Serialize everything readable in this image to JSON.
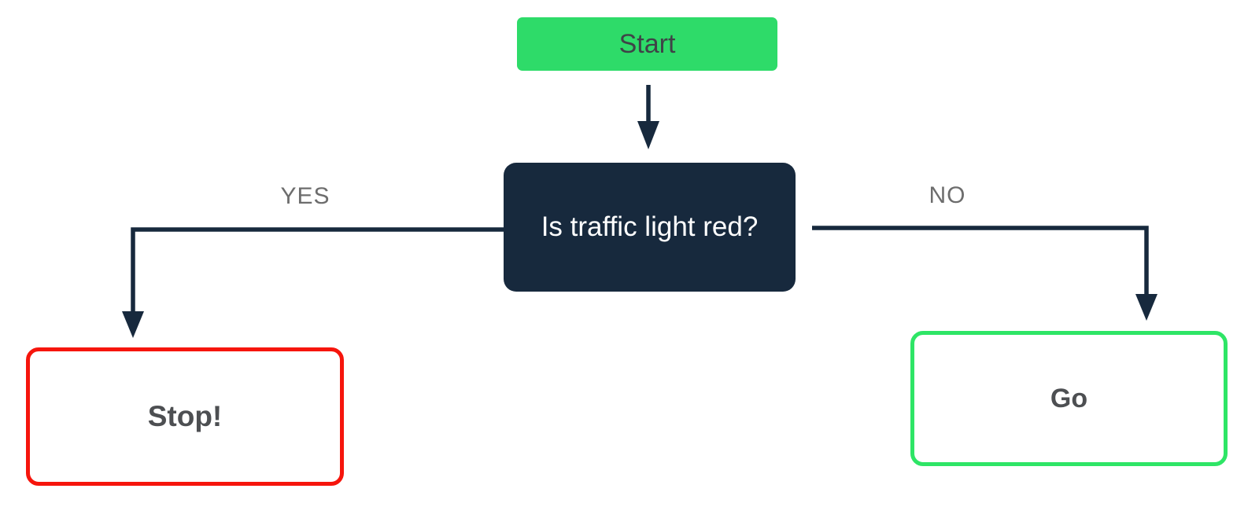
{
  "flowchart": {
    "nodes": {
      "start": {
        "label": "Start",
        "fill_color": "#2edb69",
        "text_color": "#3f4347"
      },
      "question": {
        "label": "Is traffic light red?",
        "fill_color": "#17293d",
        "text_color": "#ffffff"
      },
      "stop": {
        "label": "Stop!",
        "border_color": "#f6150c",
        "text_color": "#4d4f52"
      },
      "go": {
        "label": "Go",
        "border_color": "#2ee566",
        "text_color": "#4d4f52"
      }
    },
    "edges": {
      "question_to_stop": {
        "label": "YES"
      },
      "question_to_go": {
        "label": "NO"
      }
    },
    "connector_color": "#17293d",
    "edge_label_color": "#6d6d6d",
    "background_color": "#ffffff"
  }
}
